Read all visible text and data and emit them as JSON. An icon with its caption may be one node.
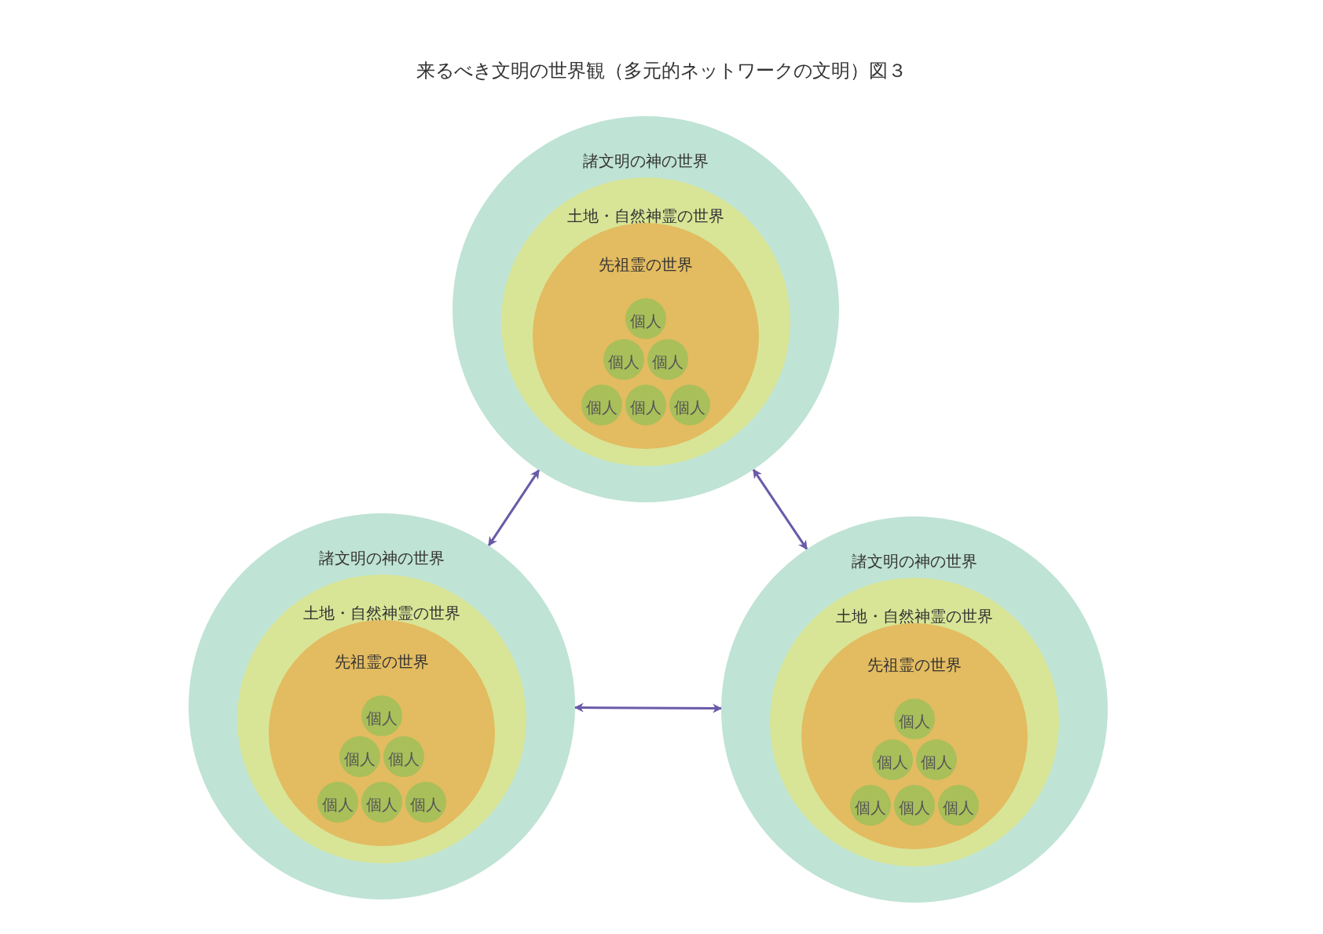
{
  "diagram": {
    "title": "来るべき文明の世界観（多元的ネットワークの文明）図３",
    "nodes": [
      {
        "text": [
          "諸文明の神の世界"
        ]
      },
      {
        "text": [
          "土地・自然神霊の世界"
        ],
        "in": 0
      },
      {
        "text": [
          "先祖霊の世界"
        ],
        "in": 1
      },
      {
        "text": [
          "個人"
        ],
        "in": 2
      },
      {
        "text": [
          "個人"
        ],
        "in": 2
      },
      {
        "text": [
          "個人"
        ],
        "in": 2
      },
      {
        "text": [
          "個人"
        ],
        "in": 2
      },
      {
        "text": [
          "個人"
        ],
        "in": 2
      },
      {
        "text": [
          "個人"
        ],
        "in": 2
      },
      {
        "text": [
          "諸文明の神の世界"
        ]
      },
      {
        "text": [
          "土地・自然神霊の世界"
        ],
        "in": 9
      },
      {
        "text": [
          "先祖霊の世界"
        ],
        "in": 10
      },
      {
        "text": [
          "個人"
        ],
        "in": 11
      },
      {
        "text": [
          "個人"
        ],
        "in": 11
      },
      {
        "text": [
          "個人"
        ],
        "in": 11
      },
      {
        "text": [
          "個人"
        ],
        "in": 11
      },
      {
        "text": [
          "個人"
        ],
        "in": 11
      },
      {
        "text": [
          "個人"
        ],
        "in": 11
      },
      {
        "text": [
          "諸文明の神の世界"
        ]
      },
      {
        "text": [
          "土地・自然神霊の世界"
        ],
        "in": 18
      },
      {
        "text": [
          "先祖霊の世界"
        ],
        "in": 19
      },
      {
        "text": [
          "個人"
        ],
        "in": 20
      },
      {
        "text": [
          "個人"
        ],
        "in": 20
      },
      {
        "text": [
          "個人"
        ],
        "in": 20
      },
      {
        "text": [
          "個人"
        ],
        "in": 20
      },
      {
        "text": [
          "個人"
        ],
        "in": 20
      },
      {
        "text": [
          "個人"
        ],
        "in": 20
      }
    ],
    "edges": [
      {
        "from": 0,
        "to": 9,
        "arrow": "both"
      },
      {
        "from": 0,
        "to": 18,
        "arrow": "both"
      },
      {
        "from": 9,
        "to": 18,
        "arrow": "both"
      }
    ]
  }
}
